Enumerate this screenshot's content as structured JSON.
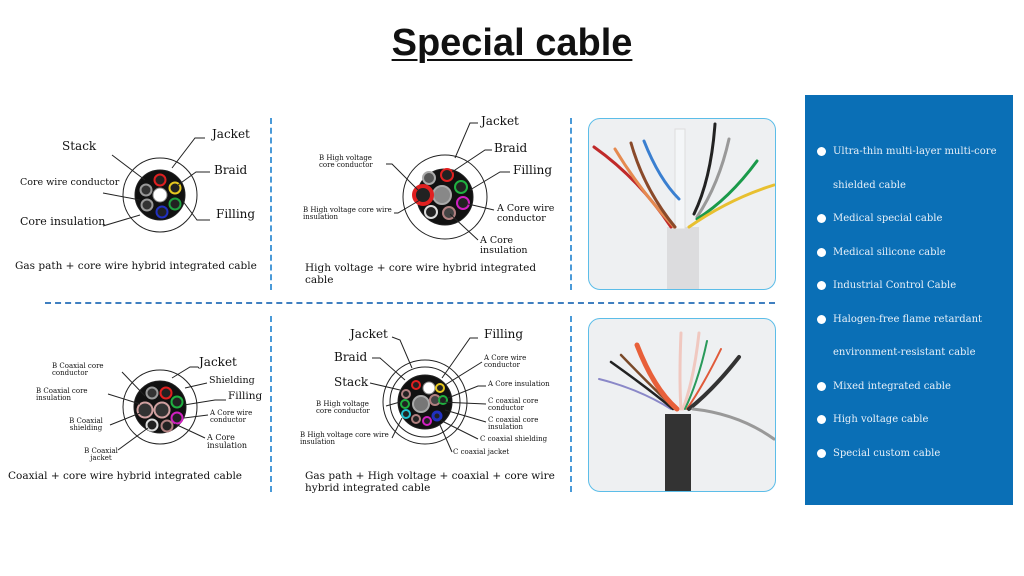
{
  "title": "Special cable",
  "diagrams": [
    {
      "caption": "Gas path + core wire hybrid integrated cable",
      "labels": [
        "Stack",
        "Jacket",
        "Core wire conductor",
        "Braid",
        "Core insulation",
        "Filling"
      ]
    },
    {
      "caption": "High voltage + core wire hybrid integrated cable",
      "labels": [
        "Jacket",
        "Braid",
        "B High voltage core conductor",
        "Filling",
        "B High voltage core wire insulation",
        "A Core wire conductor",
        "A Core insulation"
      ]
    },
    {
      "caption": "Coaxial + core wire hybrid integrated cable",
      "labels": [
        "B Coaxial core conductor",
        "Jacket",
        "Shielding",
        "B Coaxial core insulation",
        "Filling",
        "B Coaxial shielding",
        "A Core wire conductor",
        "A Core insulation",
        "B Coaxial jacket"
      ]
    },
    {
      "caption": "Gas path + High voltage + coaxial + core wire hybrid integrated cable",
      "labels": [
        "Jacket",
        "Filling",
        "A Core wire conductor",
        "Braid",
        "Stack",
        "A Core insulation",
        "B High voltage core conductor",
        "C coaxial core conductor",
        "C coaxial core insulation",
        "B High voltage core wire insulation",
        "C coaxial shielding",
        "C coaxial jacket"
      ]
    }
  ],
  "products": [
    "Ultra-thin multi-layer multi-core shielded cable",
    "Medical special cable",
    "Medical silicone cable",
    "Industrial Control Cable",
    "Halogen-free flame retardant environment-resistant cable",
    "Mixed integrated cable",
    "High voltage cable",
    "Special custom cable"
  ],
  "colors": {
    "panel": "#0a6fb6",
    "divider": "#4a9ad8",
    "photo_border": "#5cbde8"
  }
}
